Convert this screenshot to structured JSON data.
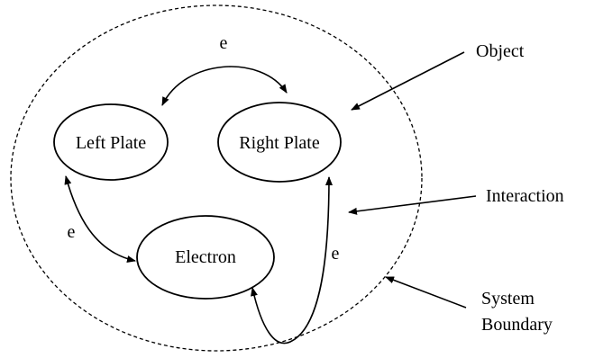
{
  "nodes": {
    "left_plate": "Left Plate",
    "right_plate": "Right Plate",
    "electron": "Electron"
  },
  "edges": {
    "top": "e",
    "left": "e",
    "right": "e"
  },
  "callouts": {
    "object": "Object",
    "interaction": "Interaction",
    "system_line1": "System",
    "system_line2": "Boundary"
  }
}
